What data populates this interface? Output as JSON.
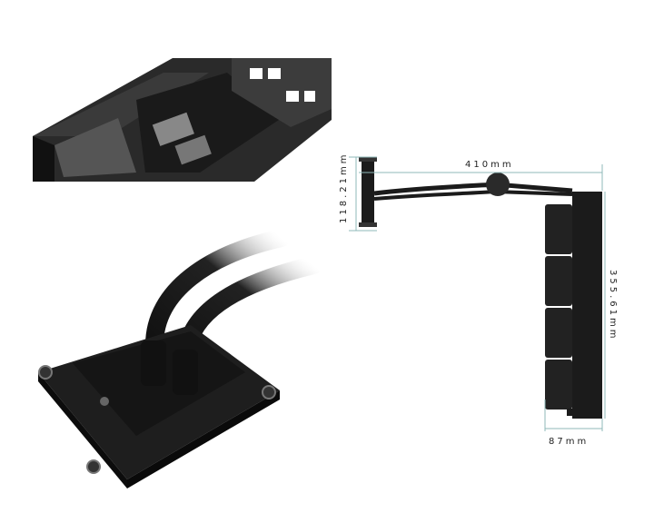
{
  "dimensions": {
    "length": "410mm",
    "block_height": "118.21mm",
    "radiator_height": "355.61mm",
    "radiator_thickness": "87mm"
  },
  "colors": {
    "dimension_line": "#8fb8b8",
    "product": "#1b1b1b",
    "background": "#ffffff"
  }
}
